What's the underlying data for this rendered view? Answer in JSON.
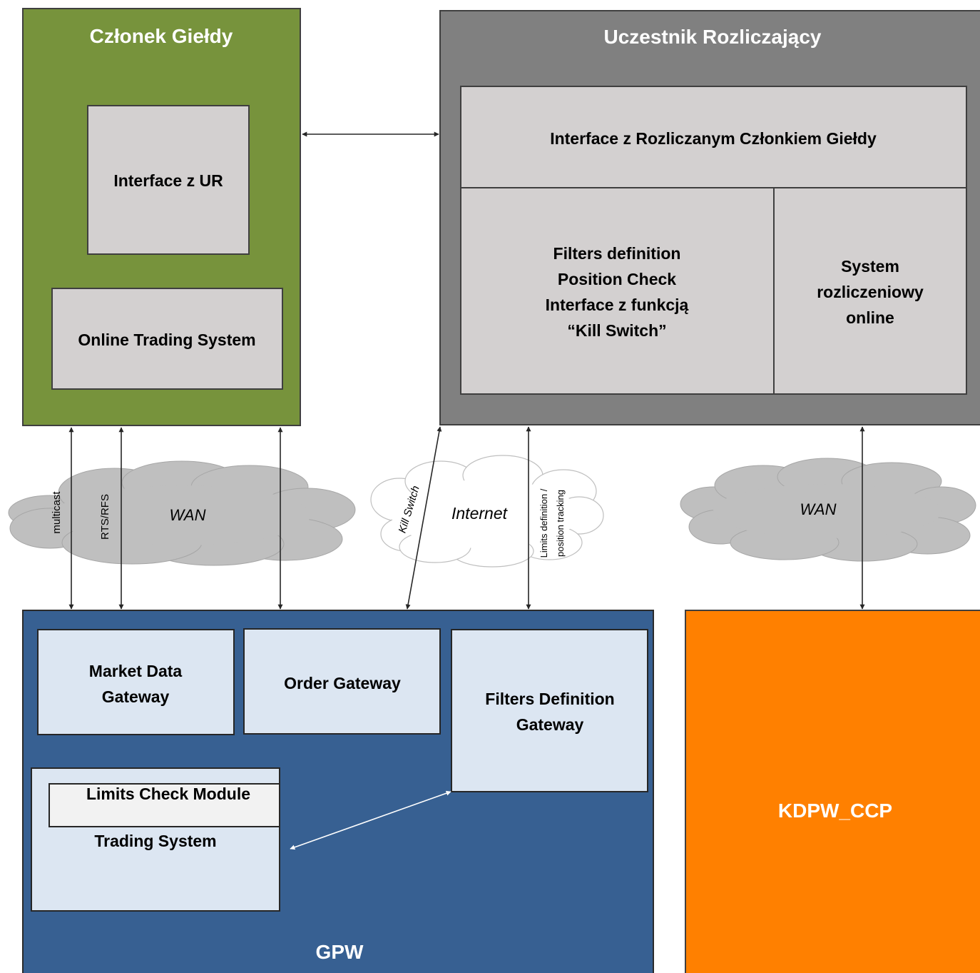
{
  "colors": {
    "member": "#77933c",
    "clearing": "#808080",
    "gpw": "#376092",
    "kdpw": "#ff8000",
    "inner_box": "#d3d0d0",
    "gpw_box": "#dce6f2"
  },
  "member": {
    "title": "Członek Giełdy",
    "interface_ur": "Interface z UR",
    "online_trading": "Online Trading System"
  },
  "clearing": {
    "title": "Uczestnik Rozliczający",
    "interface_member": "Interface z Rozliczanym Członkiem Giełdy",
    "filters_lines": [
      "Filters definition",
      "Position Check",
      "Interface z funkcją",
      "“Kill Switch”"
    ],
    "settlement_lines": [
      "System",
      "rozliczeniowy",
      "online"
    ]
  },
  "network": {
    "wan_left": "WAN",
    "multicast": "multicast",
    "rts_rfs": "RTS/RFS",
    "internet": "Internet",
    "kill_switch": "Kill Switch",
    "limits_lines": [
      "Limits definition /",
      "position tracking"
    ],
    "wan_right": "WAN"
  },
  "gpw": {
    "title": "GPW",
    "market_data_lines": [
      "Market Data",
      "Gateway"
    ],
    "order_gateway": "Order Gateway",
    "filters_gateway_lines": [
      "Filters Definition",
      "Gateway"
    ],
    "limits_module": "Limits Check Module",
    "trading_system": "Trading System"
  },
  "kdpw": {
    "title": "KDPW_CCP"
  }
}
